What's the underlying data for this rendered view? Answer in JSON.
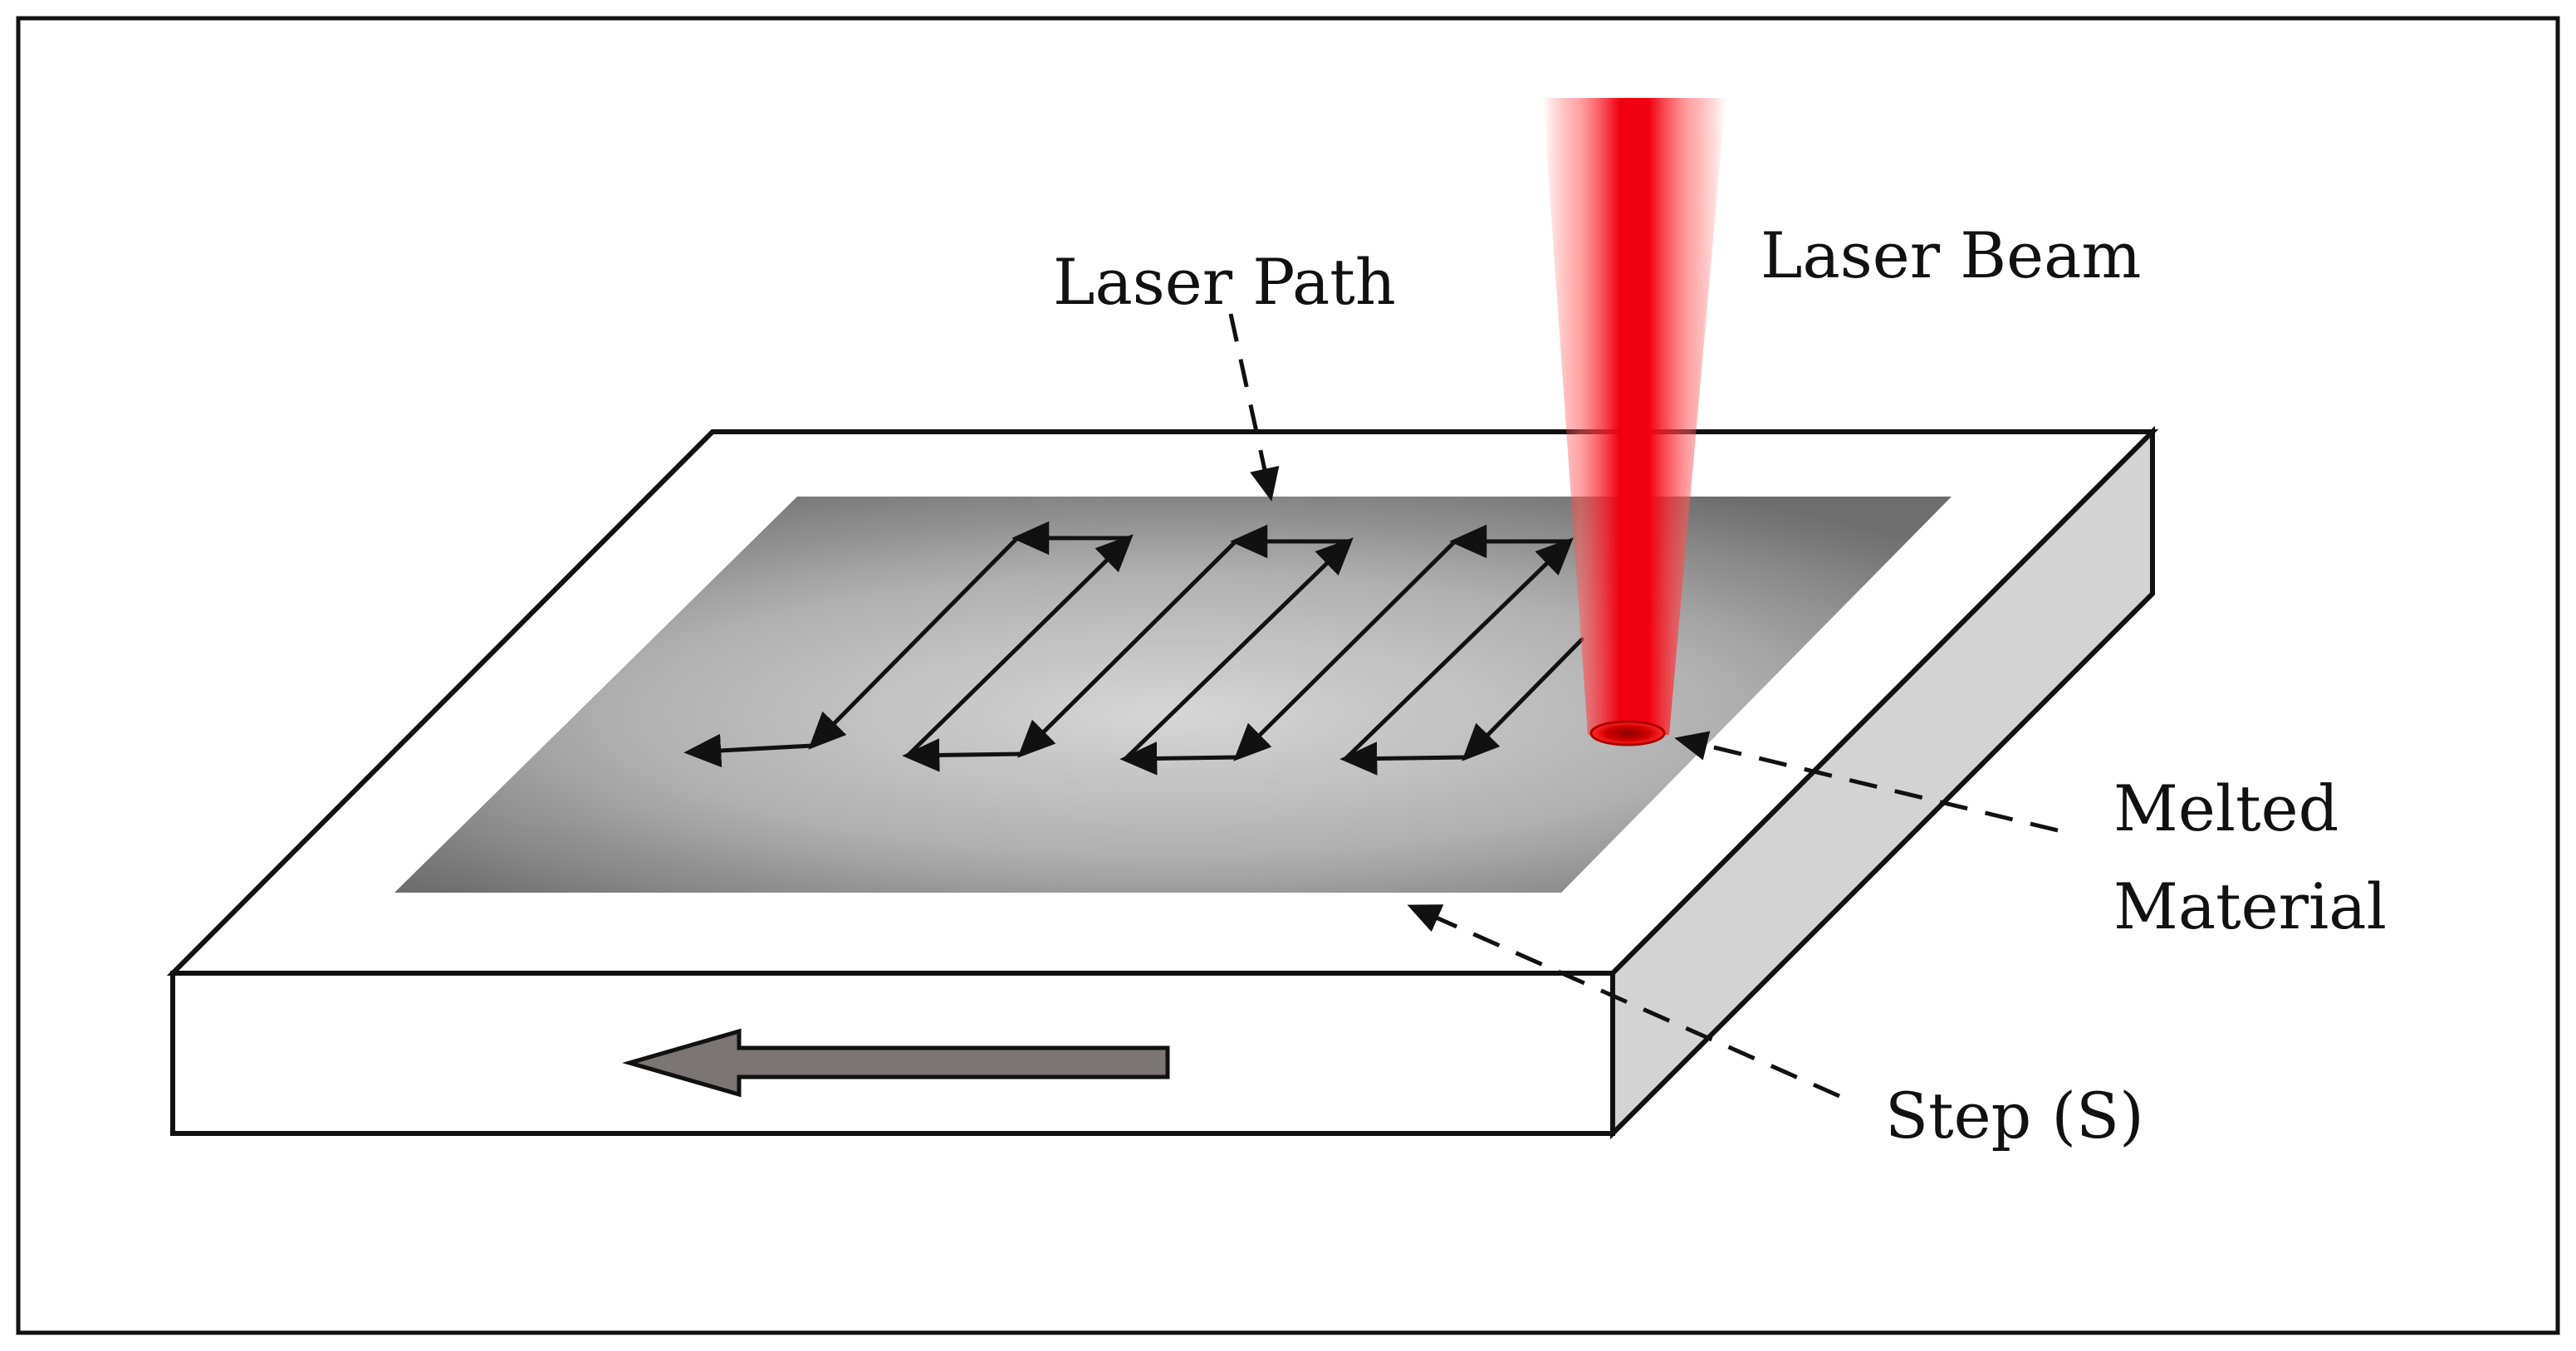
{
  "labels": {
    "laser_path": "Laser Path",
    "laser_beam": "Laser Beam",
    "melted_line1": "Melted",
    "melted_line2": "Material",
    "step": "Step (S)"
  },
  "colors": {
    "frame": "#111111",
    "plate_top": "#ffffff",
    "plate_side": "#d3d3d3",
    "melted_area_light": "#cacaca",
    "melted_area_dark": "#7a7a7a",
    "laser_core": "#e8000a",
    "laser_glow": "#ff8a8a",
    "path_arrows": "#111111",
    "motion_arrow_fill": "#7b7575"
  },
  "icons": {
    "motion_direction": "left-arrow-icon"
  }
}
